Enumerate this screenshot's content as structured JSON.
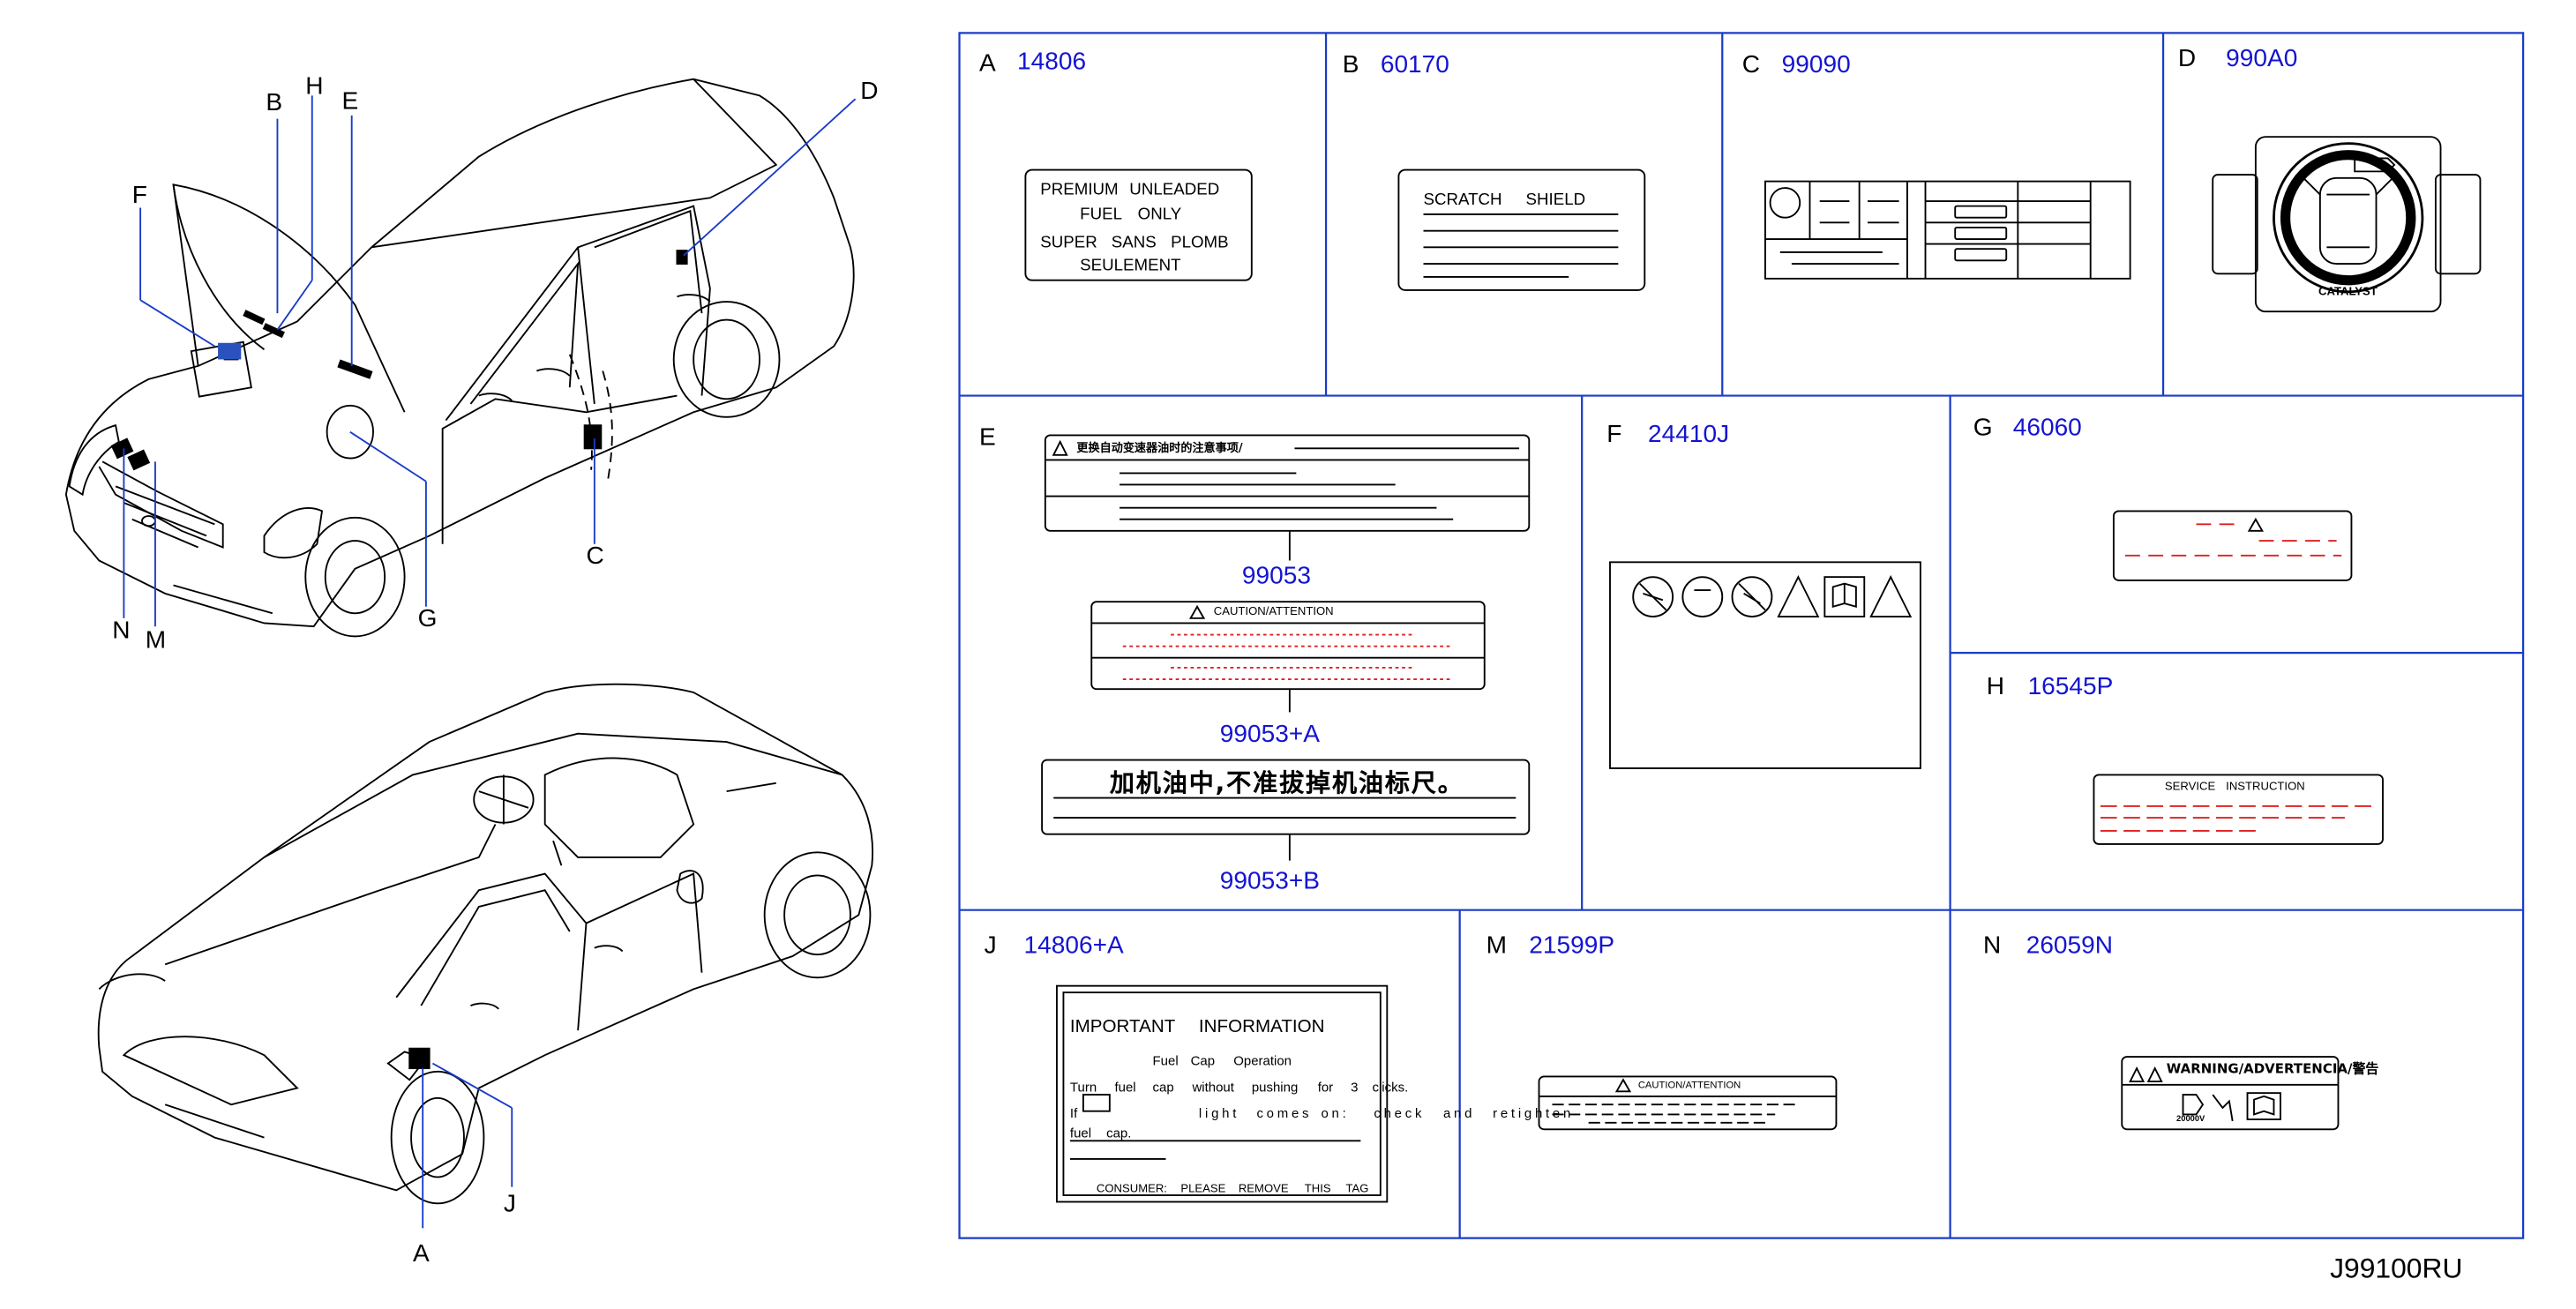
{
  "callouts": {
    "b": "B",
    "h": "H",
    "e": "E",
    "f": "F",
    "d": "D",
    "c": "C",
    "g": "G",
    "n": "N",
    "m": "M",
    "j": "J",
    "a": "A"
  },
  "cells": {
    "a": {
      "letter": "A",
      "part": "14806",
      "lines": [
        "PREMIUM",
        "UNLEADED",
        "FUEL",
        "ONLY",
        "SUPER",
        "SANS",
        "PLOMB",
        "SEULEMENT"
      ]
    },
    "b": {
      "letter": "B",
      "part": "60170",
      "lines": [
        "SCRATCH",
        "SHIELD"
      ]
    },
    "c": {
      "letter": "C",
      "part": "99090"
    },
    "d": {
      "letter": "D",
      "part": "990A0",
      "lines": [
        "CATALYST"
      ]
    },
    "e": {
      "letter": "E",
      "part_1": "99053",
      "part_2": "99053+A",
      "part_3": "99053+B",
      "header_cn": "更换自动变速器油时的注意事项/",
      "caution": "CAUTION/ATTENTION",
      "cn_text": "加机油中,不准拔掉机油标尺。"
    },
    "f": {
      "letter": "F",
      "part": "24410J"
    },
    "g": {
      "letter": "G",
      "part": "46060"
    },
    "h": {
      "letter": "H",
      "part": "16545P",
      "lines": [
        "SERVICE",
        "INSTRUCTION"
      ]
    },
    "j": {
      "letter": "J",
      "part": "14806+A",
      "lines": [
        "IMPORTANT",
        "INFORMATION",
        "Fuel",
        "Cap",
        "Operation",
        "Turn",
        "fuel",
        "cap",
        "without",
        "pushing",
        "for",
        "3",
        "clicks.",
        "If",
        "light",
        "comes",
        "on:",
        "check",
        "and",
        "retighten",
        "fuel",
        "cap.",
        "CONSUMER:",
        "PLEASE",
        "REMOVE",
        "THIS",
        "TAG"
      ]
    },
    "m": {
      "letter": "M",
      "part": "21599P",
      "caution": "CAUTION/ATTENTION"
    },
    "n": {
      "letter": "N",
      "part": "26059N",
      "warning": "WARNING/ADVERTENCIA/警告",
      "volt": "20000V"
    }
  },
  "diagram_ref": "J99100RU"
}
